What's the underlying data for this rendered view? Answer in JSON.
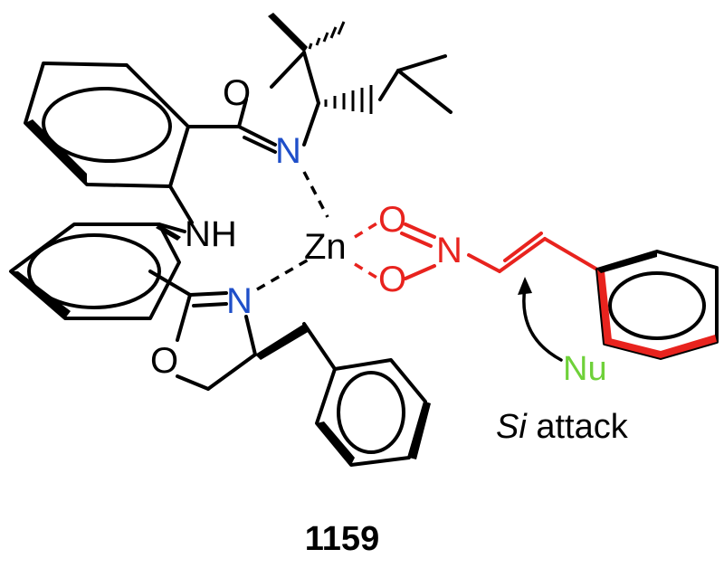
{
  "colors": {
    "bond": "#000000",
    "nitrogen": "#1f4fc9",
    "nitroalkene": "#e8231e",
    "nucleophile": "#6fd13a"
  },
  "atoms": {
    "o_upper_ring": "O",
    "n_upper": "N",
    "nh": "NH",
    "zinc": "Zn",
    "o_top_nitro": "O",
    "n_nitro": "N",
    "o_bottom_nitro": "O",
    "n_lower": "N",
    "o_lower_ring": "O"
  },
  "nucleophile_label": "Nu",
  "attack_prefix": "Si",
  "attack_suffix": " attack",
  "compound_number": "1159"
}
